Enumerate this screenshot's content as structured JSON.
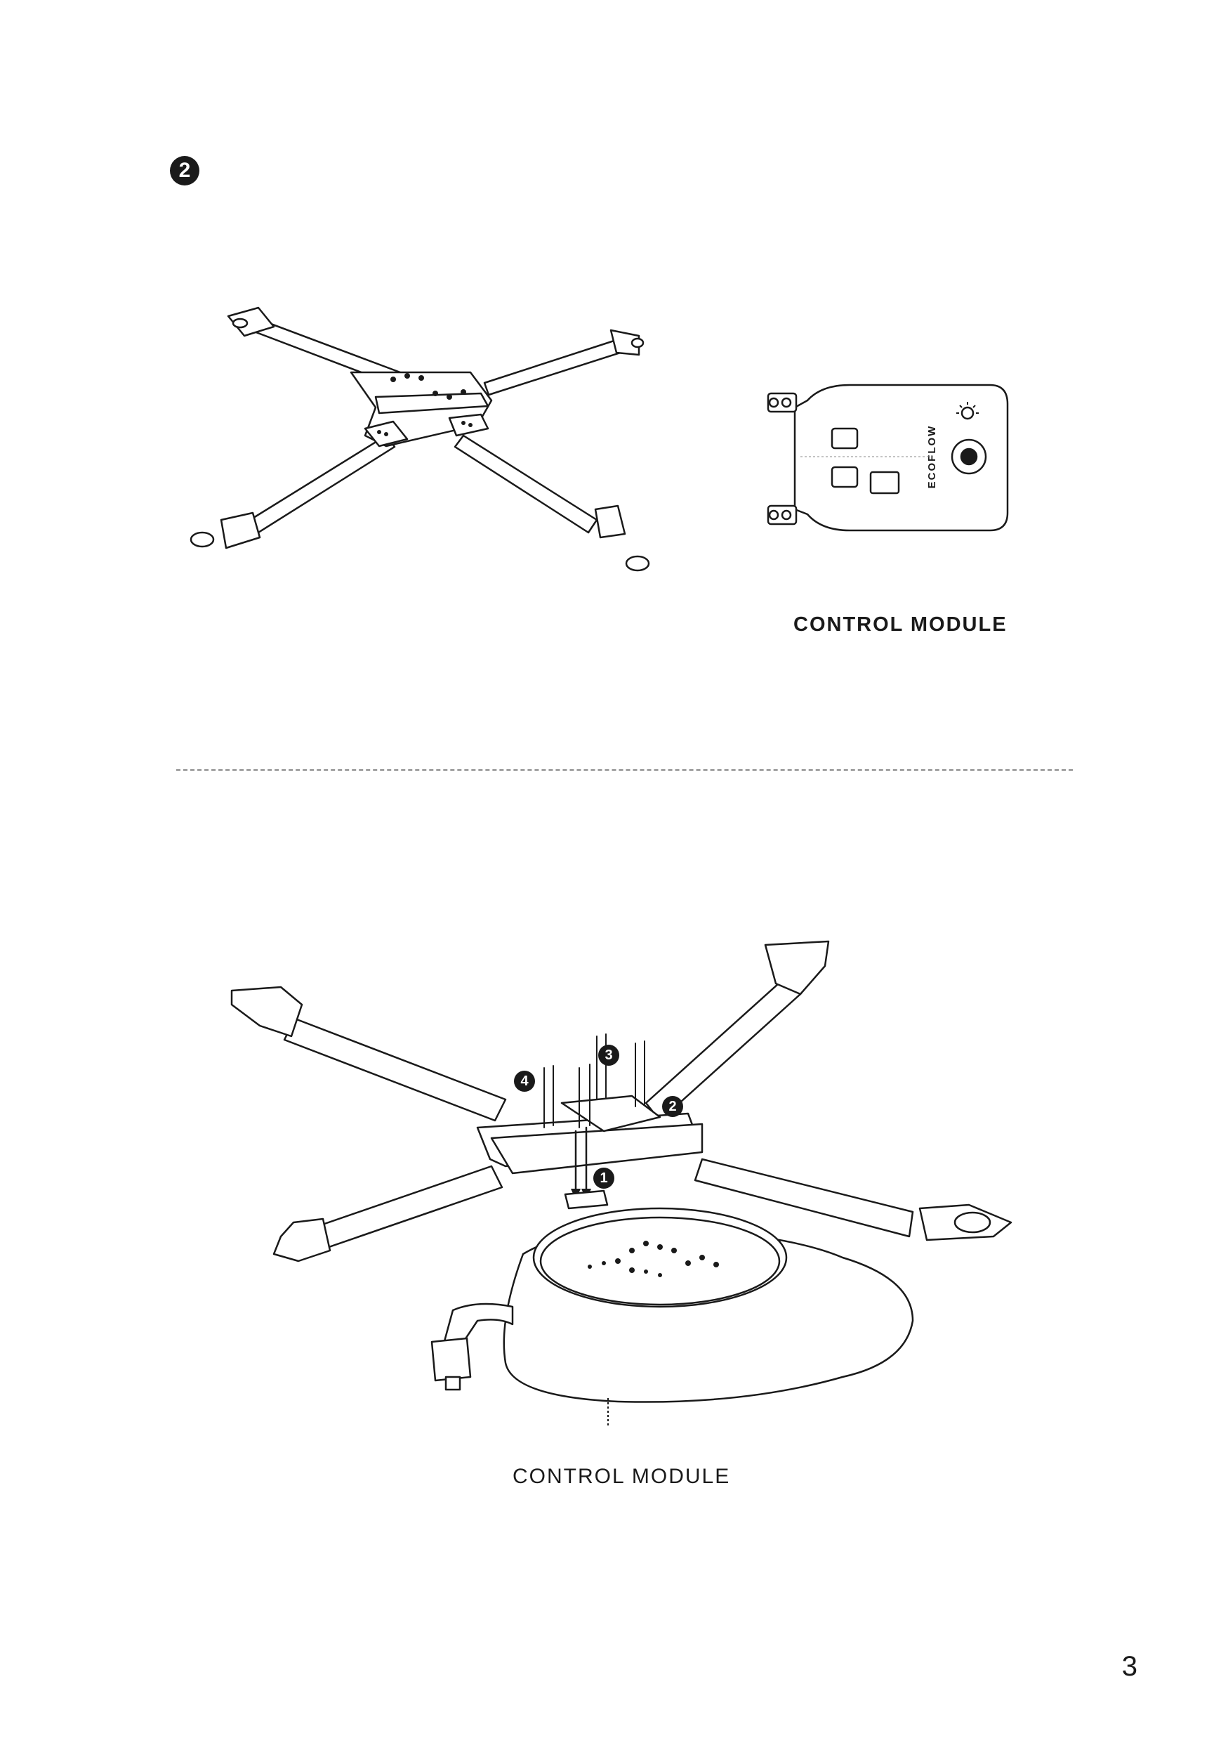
{
  "step_badge": "2",
  "top_label": "CONTROL MODULE",
  "bottom_label": "CONTROL MODULE",
  "brand_logo": "ECOFLOW",
  "callouts": [
    "1",
    "2",
    "3",
    "4"
  ],
  "page_number": "3"
}
